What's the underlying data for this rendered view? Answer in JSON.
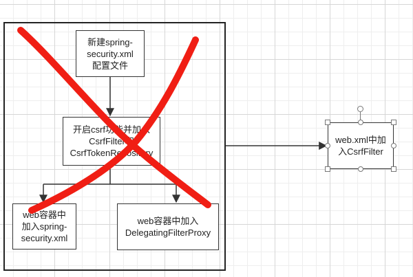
{
  "nodes": {
    "create_config": [
      "新建spring-",
      "security.xml",
      "配置文件"
    ],
    "enable_csrf": [
      "开启csrf功能并加入",
      "CsrfFilter和",
      "CsrfTokenRepository"
    ],
    "web_add_spring": [
      "web容器中",
      "加入spring-",
      "security.xml"
    ],
    "web_add_proxy": [
      "web容器中加入",
      "DelegatingFilterProxy"
    ],
    "web_xml_filter": [
      "web.xml中加",
      "入CsrfFilter"
    ]
  },
  "colors": {
    "cross": "#f01e14",
    "stroke": "#333333"
  }
}
